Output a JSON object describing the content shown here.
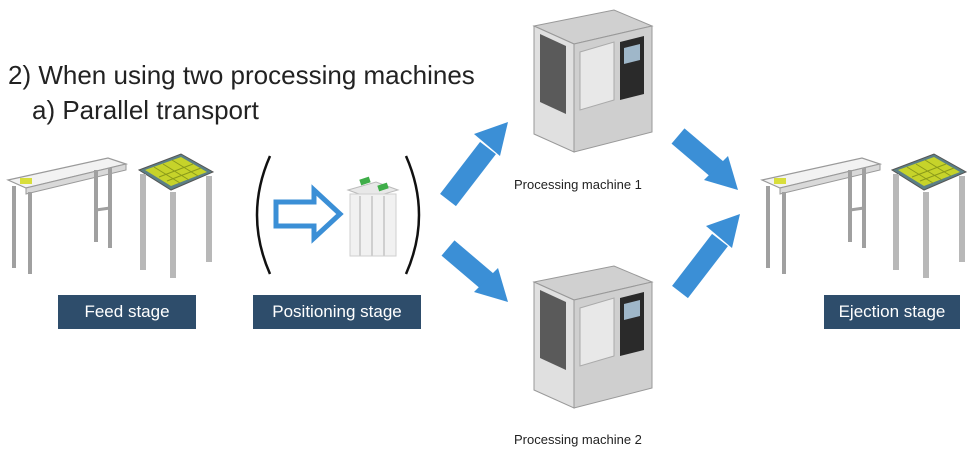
{
  "heading": {
    "line1": "2) When using two processing machines",
    "line2": "a) Parallel transport"
  },
  "stages": {
    "feed": "Feed stage",
    "positioning": "Positioning stage",
    "ejection": "Ejection stage"
  },
  "machines": {
    "machine1": "Processing machine 1",
    "machine2": "Processing machine 2"
  },
  "colors": {
    "arrow": "#3b8fd6",
    "label_bg": "#2e4d6b",
    "tray_green": "#c6d32a",
    "frame_gray": "#bfbfbf",
    "machine_dark": "#5a5a5a"
  }
}
